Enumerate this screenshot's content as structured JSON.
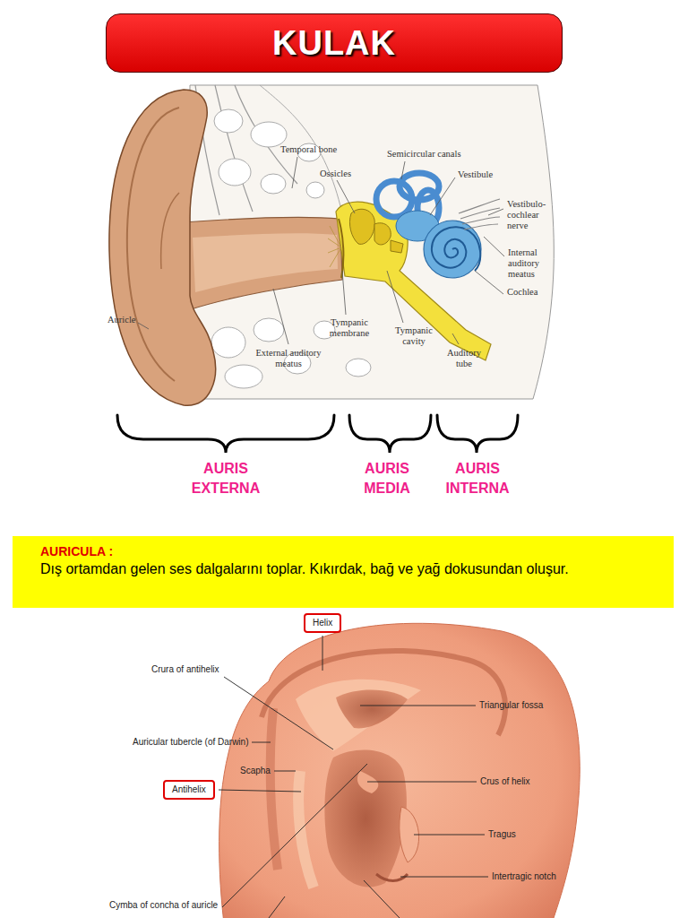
{
  "diagram": {
    "title": "KULAK",
    "nodes": [
      {
        "text": [
          "AURICULA :",
          "Dış ortamdan gelen ses dalgalarını toplar. Kıkırdak, bağ ve yağ dokusundan oluşur."
        ]
      },
      {
        "text": [
          "Helix"
        ]
      },
      {
        "text": [
          "Antihelix"
        ]
      }
    ],
    "labels": [
      "Temporal bone",
      "Ossicles",
      "Semicircular canals",
      "Vestibule",
      "Vestibulo-cochlear nerve",
      "Internal auditory meatus",
      "Auricle",
      "Cochlea",
      "Tympanic membrane",
      "Tympanic cavity",
      "External auditory meatus",
      "Auditory tube",
      "AURIS EXTERNA",
      "AURIS MEDIA",
      "AURIS INTERNA",
      "Crura of antihelix",
      "Triangular fossa",
      "Auricular tubercle (of Darwin)",
      "Scapha",
      "Crus of helix",
      "Tragus",
      "Intertragic notch",
      "Cymba of concha of auricle"
    ]
  }
}
